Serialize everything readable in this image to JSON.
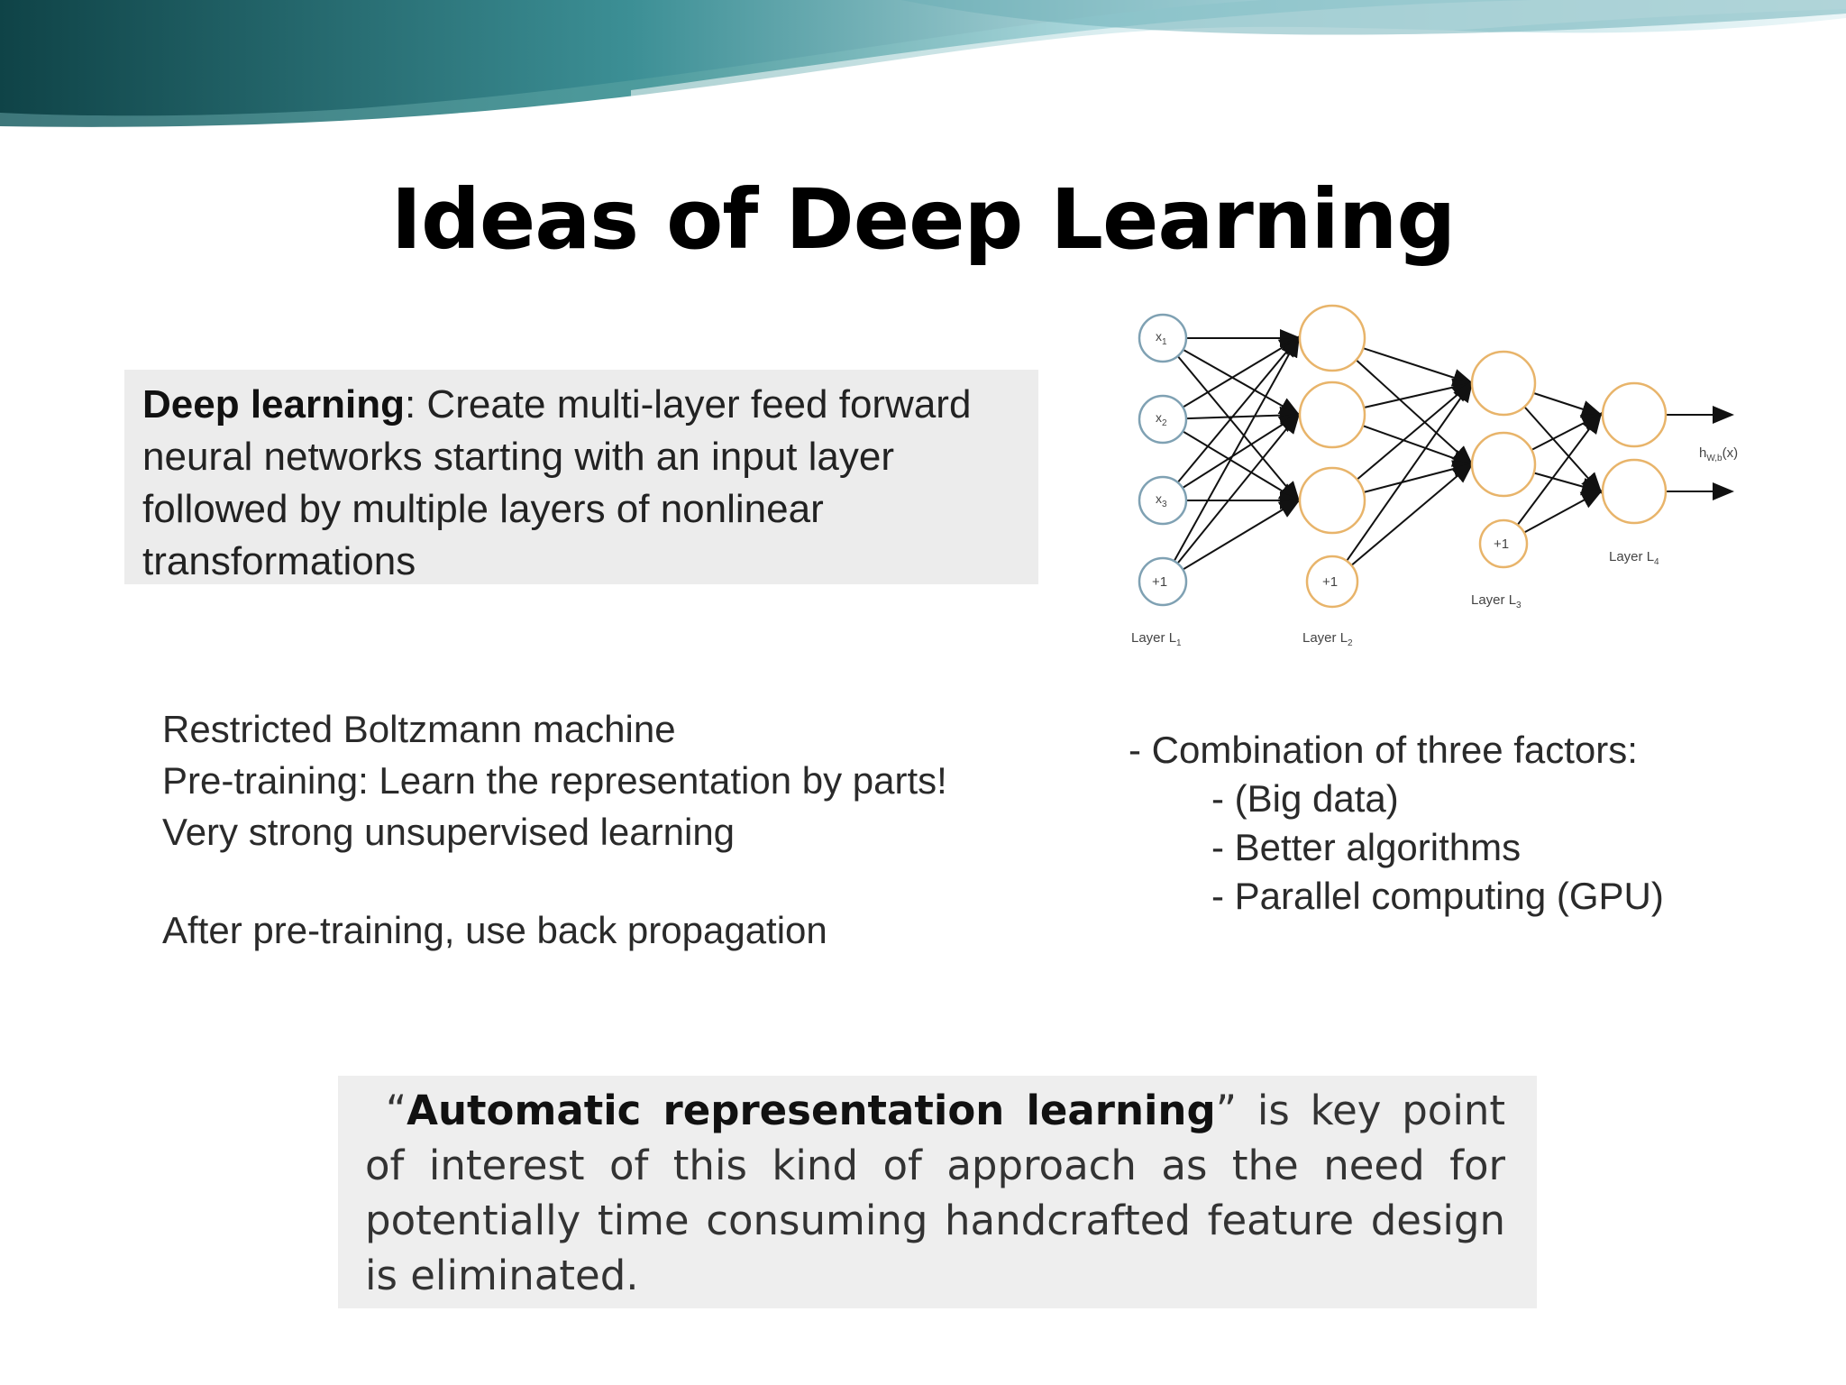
{
  "slide": {
    "title": "Ideas of Deep Learning",
    "accent_color": "#1e6f73"
  },
  "definition": {
    "term": "Deep learning",
    "text": ": Create multi-layer feed forward neural networks starting with an input layer followed by multiple layers of nonlinear transformations"
  },
  "rbm_notes": {
    "lines": [
      "Restricted Boltzmann machine",
      "Pre-training: Learn the representation by parts!",
      "Very strong unsupervised learning"
    ],
    "after": "After pre-training, use back propagation"
  },
  "factors": {
    "heading": "- Combination of three factors:",
    "items": [
      "- (Big data)",
      "- Better algorithms",
      "- Parallel computing (GPU)"
    ]
  },
  "quote": {
    "open_quote": "“",
    "emphasis": "Automatic representation learning",
    "rest": "” is key point of interest of this kind of approach as the need for potentially time consuming handcrafted feature design is eliminated."
  },
  "network_diagram": {
    "input_labels": [
      "x",
      "x",
      "x",
      "+1"
    ],
    "input_subscripts": [
      "1",
      "2",
      "3"
    ],
    "bias_label": "+1",
    "output_label": "h",
    "output_subscript": "W,b",
    "output_arg": "(x)",
    "layer_labels": [
      "Layer L",
      "Layer L",
      "Layer L",
      "Layer L"
    ],
    "layer_subscripts": [
      "1",
      "2",
      "3",
      "4"
    ]
  }
}
